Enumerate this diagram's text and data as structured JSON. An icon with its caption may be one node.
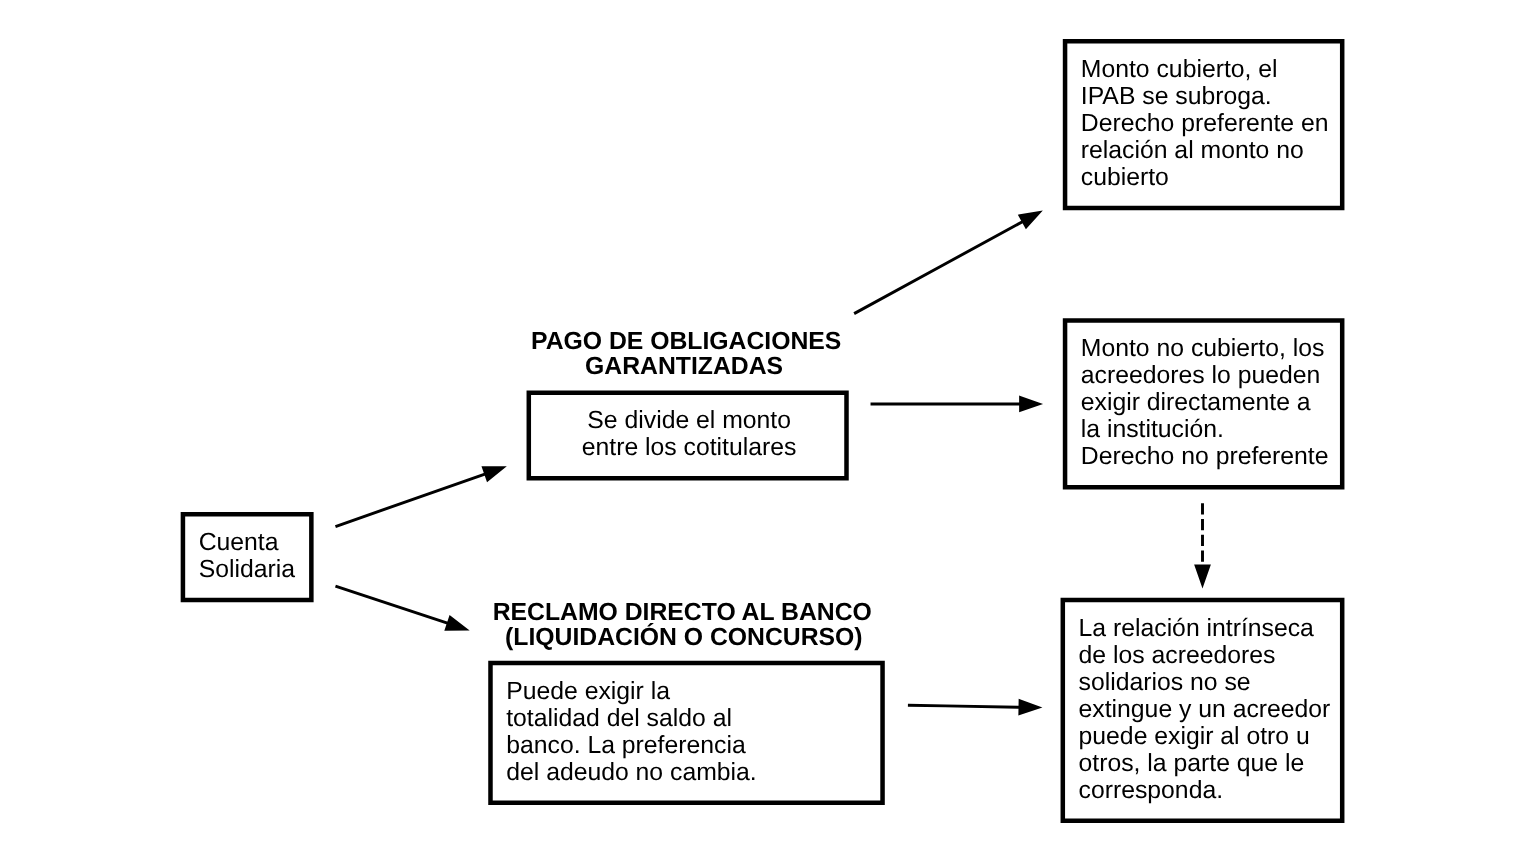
{
  "diagram": {
    "nodes": [
      {
        "text": [
          "Cuenta Solidaria"
        ]
      },
      {
        "text": [
          "PAGO DE OBLIGACIONES GARANTIZADAS",
          "Se divide el monto entre los cotitulares"
        ]
      },
      {
        "text": [
          "Monto cubierto, el IPAB se subroga. Derecho preferente en relación al monto no cubierto"
        ]
      },
      {
        "text": [
          "Monto no cubierto, los acreedores lo pueden exigir directamente a la institución. Derecho no preferente"
        ]
      },
      {
        "text": [
          "RECLAMO DIRECTO AL BANCO (LIQUIDACIÓN O CONCURSO)",
          "Puede exigir la totalidad del saldo al banco. La preferencia del adeudo no cambia."
        ]
      },
      {
        "text": [
          "La relación intrínseca de los acreedores solidarios no se extingue y un acreedor puede exigir al otro u otros, la parte que le corresponda."
        ]
      }
    ],
    "edges": [
      {
        "from": 0,
        "to": 1,
        "arrow": "to"
      },
      {
        "from": 0,
        "to": 4,
        "arrow": "to"
      },
      {
        "from": 1,
        "to": 2,
        "arrow": "to"
      },
      {
        "from": 1,
        "to": 3,
        "arrow": "to"
      },
      {
        "from": 3,
        "to": 5,
        "arrow": "to",
        "style": "dashed"
      },
      {
        "from": 4,
        "to": 5,
        "arrow": "to"
      }
    ]
  }
}
